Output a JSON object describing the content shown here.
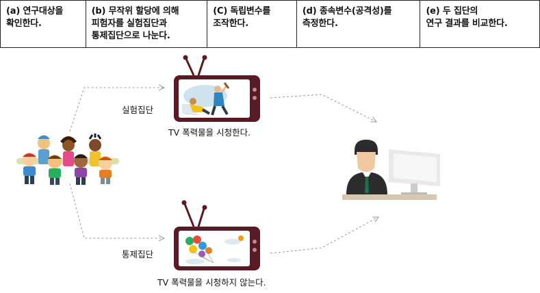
{
  "steps": [
    {
      "text": "(a) 연구대상을\n확인한다."
    },
    {
      "text": "(b) 무작위 할당에 의해\n피험자를 실험집단과\n통제집단으로 나눈다."
    },
    {
      "text": "(C) 독립변수를\n조작한다."
    },
    {
      "text": "(d) 종속변수(공격성)를\n측정한다."
    },
    {
      "text": "(e) 두 집단의\n연구 결과를 비교한다."
    }
  ],
  "groups": {
    "experimental_label": "실험집단",
    "experimental_caption": "TV 폭력물을 시청한다.",
    "control_label": "통제집단",
    "control_caption": "TV 폭력물을 시청하지 않는다."
  },
  "colors": {
    "tv_frame": "#5a1a24",
    "arrow": "#9a9a9a",
    "border": "#222222"
  }
}
